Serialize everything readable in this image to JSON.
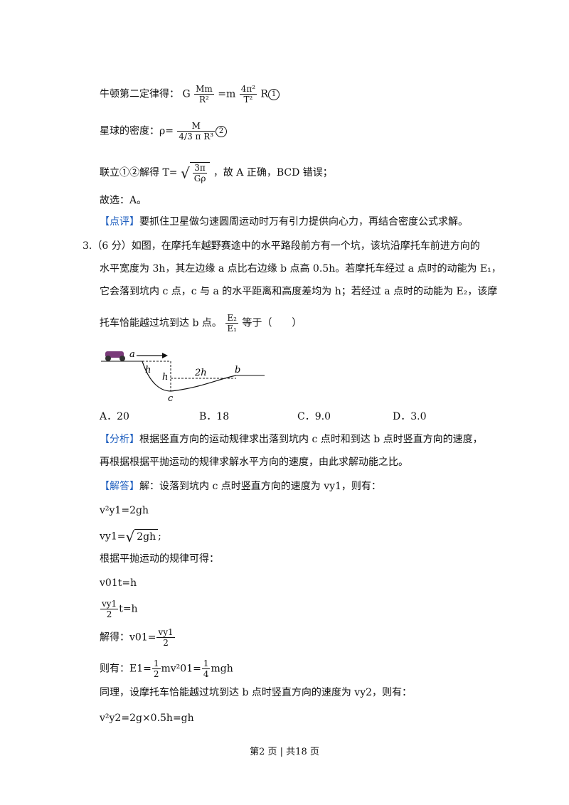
{
  "lines": {
    "newton_label": "牛顿第二定律得：",
    "newton_G": "G",
    "newton_Mm": "Mm",
    "newton_R2": "R²",
    "newton_eq_m": "=m",
    "newton_4pi2": "4π²",
    "newton_T2": "T²",
    "newton_R": "R",
    "circle1": "1",
    "density_label": "星球的密度：ρ=",
    "density_M": "M",
    "density_den": "4/3 π R³",
    "circle2": "2",
    "combine_text": "联立①②解得 T=",
    "combine_rad_num": "3π",
    "combine_rad_den": "Gρ",
    "combine_tail": "，故 A 正确，BCD 错误；",
    "choose": "故选：A。",
    "comment_tag": "【点评】",
    "comment_text": "要抓住卫星做匀速圆周运动时万有引力提供向心力，再结合密度公式求解。",
    "q3_line1": "3.（6 分）如图，在摩托车越野赛途中的水平路段前方有一个坑，该坑沿摩托车前进方向的",
    "q3_line2": "水平宽度为 3h，其左边缘 a 点比右边缘 b 点高 0.5h。若摩托车经过 a 点时的动能为 E₁，",
    "q3_line3": "它会落到坑内 c 点，c 与 a 的水平距离和高度差均为 h；若经过 a 点时的动能为 E₂，该摩",
    "q3_line4_pre": "托车恰能越过坑到达 b 点。",
    "q3_E2": "E₂",
    "q3_E1": "E₁",
    "q3_line4_post": "等于（　　）",
    "opt_a": "A．20",
    "opt_b": "B．18",
    "opt_c": "C．9.0",
    "opt_d": "D．3.0",
    "analysis_tag": "【分析】",
    "analysis_text1": "根据竖直方向的运动规律求出落到坑内 c 点时和到达 b 点时竖直方向的速度，",
    "analysis_text2": "再根据根据平抛运动的规律求解水平方向的速度，由此求解动能之比。",
    "answer_tag": "【解答】",
    "answer_text": "解：设落到坑内 c 点时竖直方向的速度为 vy1，则有：",
    "eq1": "v²y1=2gh",
    "eq2_pre": "vy1=",
    "eq2_rad": "2gh",
    "eq2_post": ";",
    "proj_rule": "根据平抛运动的规律可得：",
    "eq3": "v01t=h",
    "eq4_num": "vy1",
    "eq4_den": "2",
    "eq4_post": "t=h",
    "eq5_pre": "解得：v01=",
    "eq5_num": "vy1",
    "eq5_den": "2",
    "eq6_pre": "则有：E1=",
    "eq6_f1_num": "1",
    "eq6_f1_den": "2",
    "eq6_mid": "mv²01=",
    "eq6_f2_num": "1",
    "eq6_f2_den": "4",
    "eq6_post": "mgh",
    "same_line": "同理，设摩托车恰能越过坑到达 b 点时竖直方向的速度为 vy2，则有：",
    "eq7": "v²y2=2g×0.5h=gh"
  },
  "figure": {
    "label_a": "a",
    "label_b": "b",
    "label_c": "c",
    "label_h1": "h",
    "label_h2": "h",
    "label_2h": "2h"
  },
  "footer": {
    "text": "第2 页 | 共18 页"
  }
}
